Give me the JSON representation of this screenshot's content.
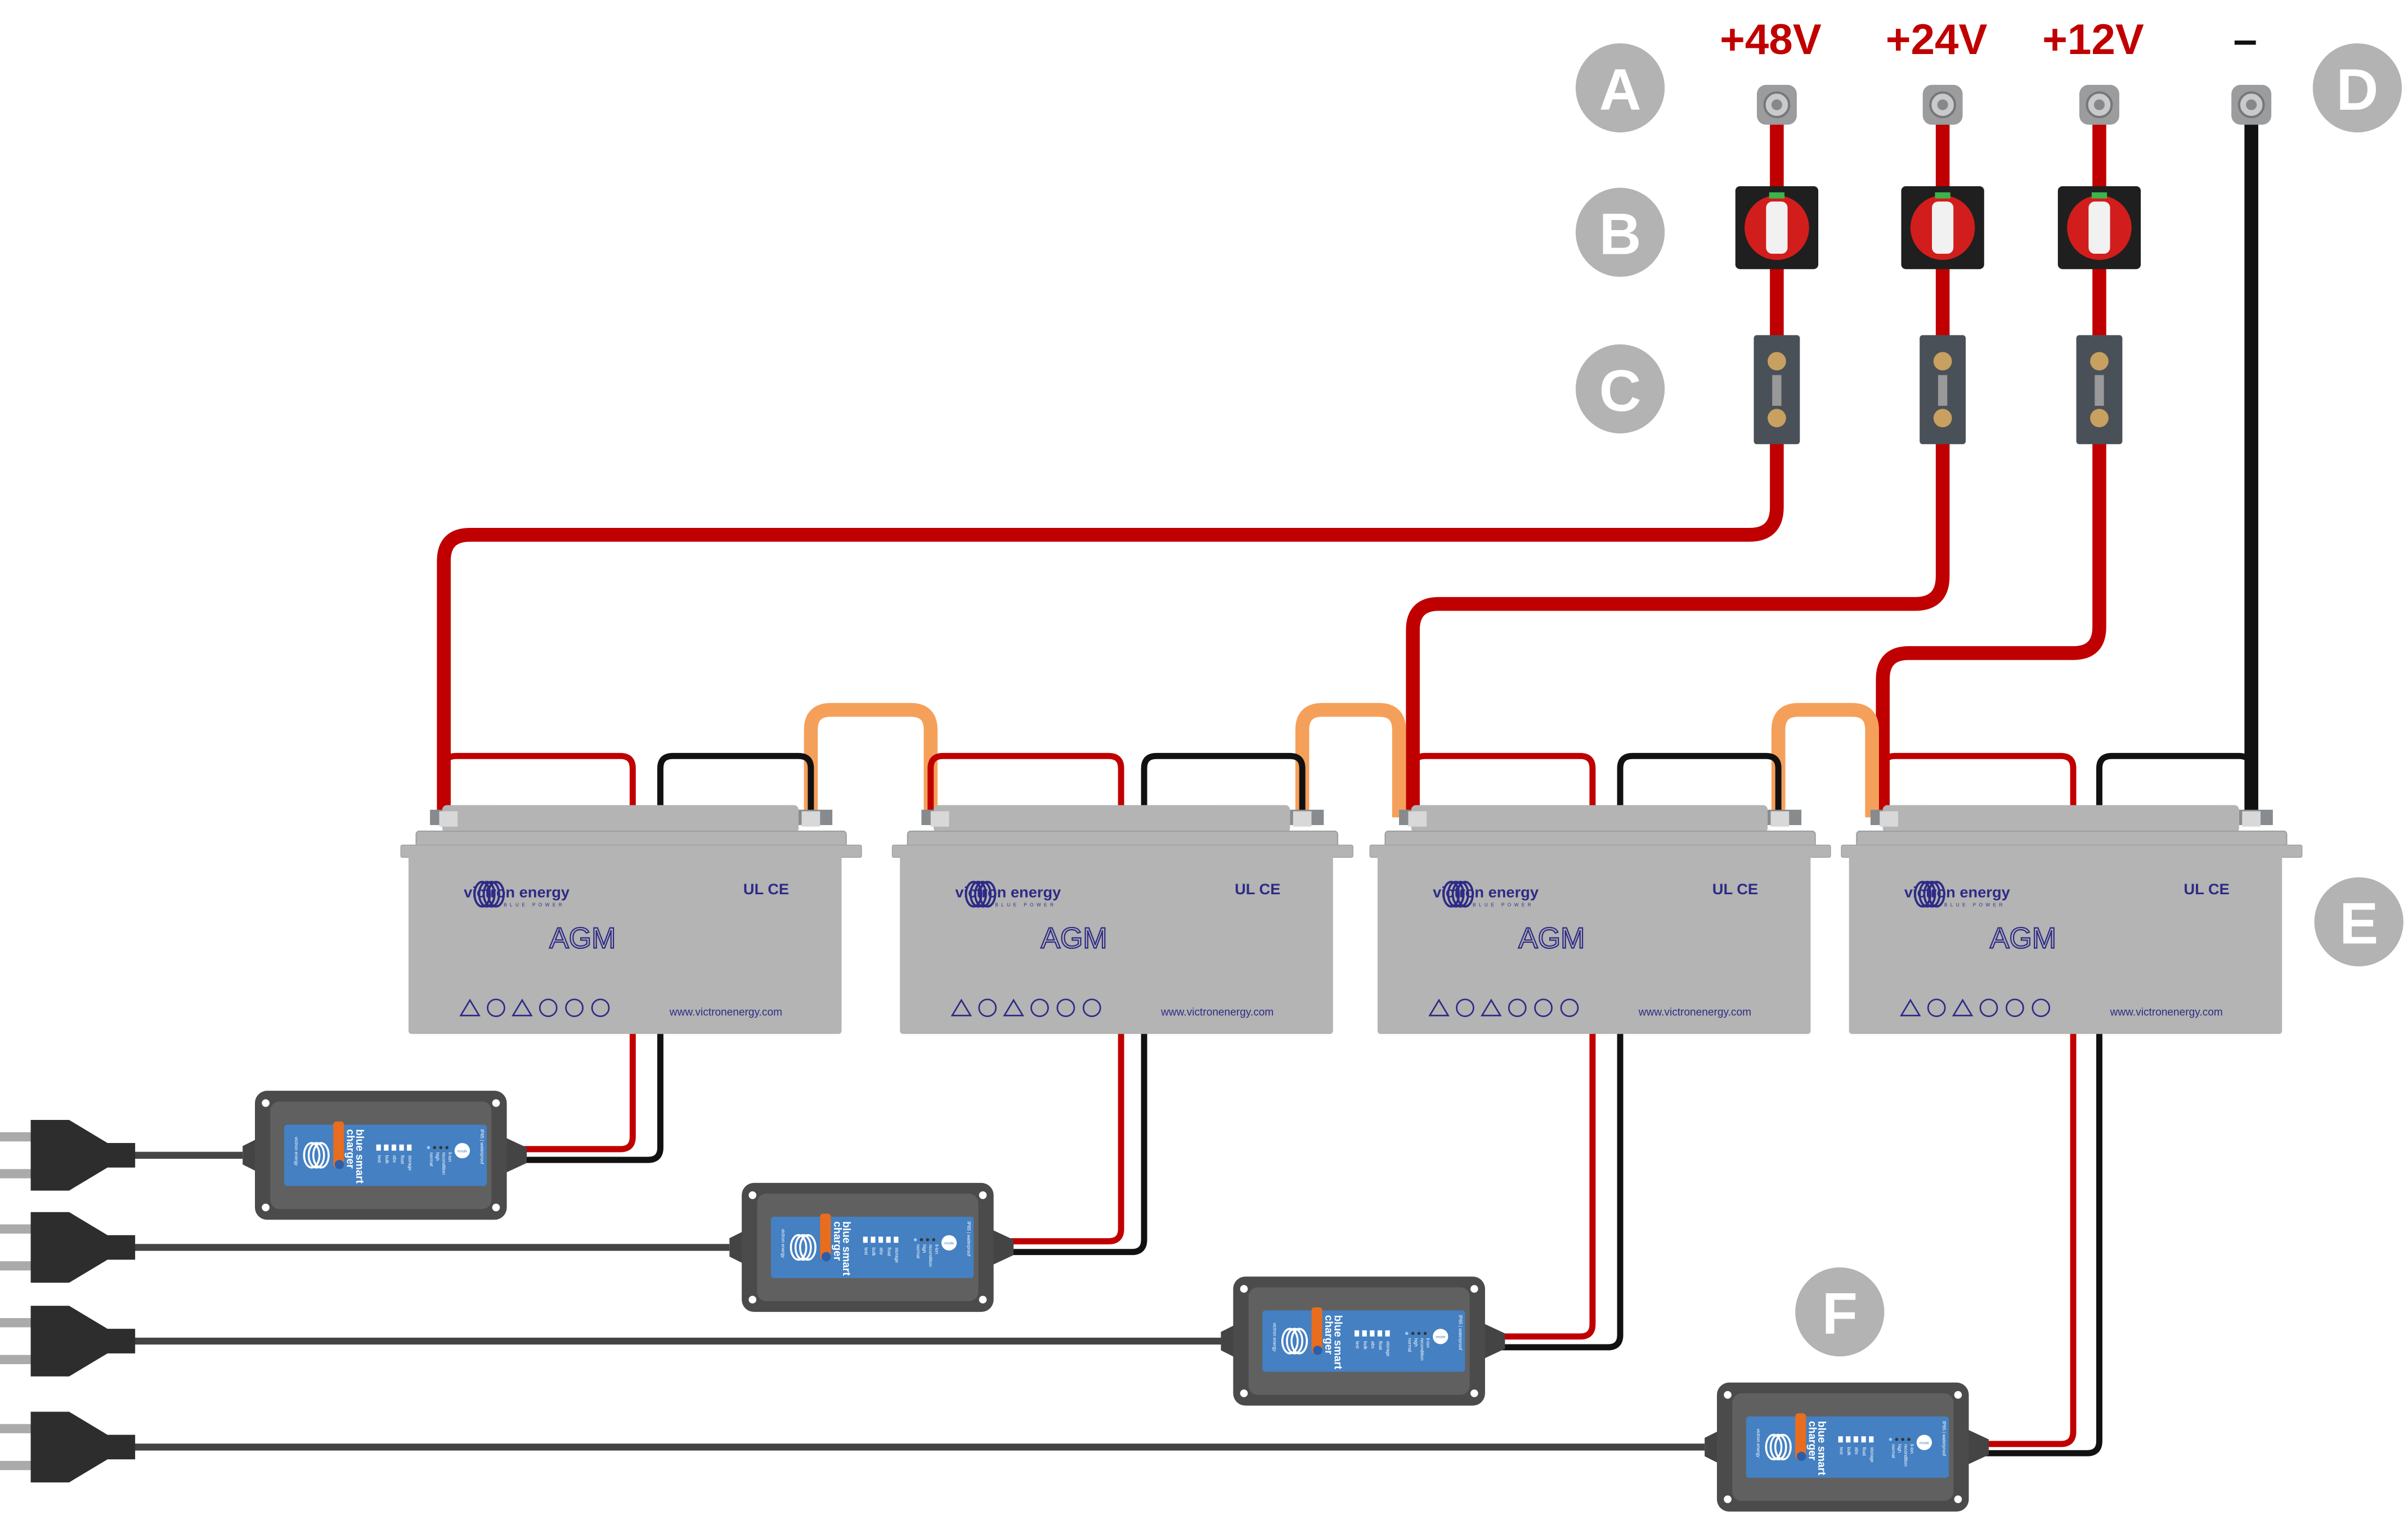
{
  "labels": {
    "A": "A",
    "B": "B",
    "C": "C",
    "D": "D",
    "E": "E",
    "F": "F"
  },
  "bus": [
    {
      "voltage": "+48V",
      "type": "positive"
    },
    {
      "voltage": "+24V",
      "type": "positive"
    },
    {
      "voltage": "+12V",
      "type": "positive"
    },
    {
      "voltage": "–",
      "type": "negative"
    }
  ],
  "battery": {
    "brand": "victron energy",
    "tagline": "BLUE POWER",
    "type": "AGM",
    "cert": "UL CE",
    "url": "www.victronenergy.com",
    "count": 4
  },
  "charger": {
    "brand": "victron energy",
    "name_line1": "blue smart",
    "name_line2": "charger",
    "rating": "IP65 | waterproof",
    "mode": "mode",
    "leds": [
      "test",
      "bulk",
      "abs",
      "float",
      "storage"
    ],
    "modes": [
      "li-ion",
      "recondition",
      "high",
      "normal"
    ],
    "count": 4
  },
  "colors": {
    "positive": "#c00000",
    "negative": "#111111",
    "series_link": "#f5a05a",
    "battery": "#b3b4b3",
    "charger_panel": "#4480c2",
    "label_circle": "#b3b3b3"
  }
}
